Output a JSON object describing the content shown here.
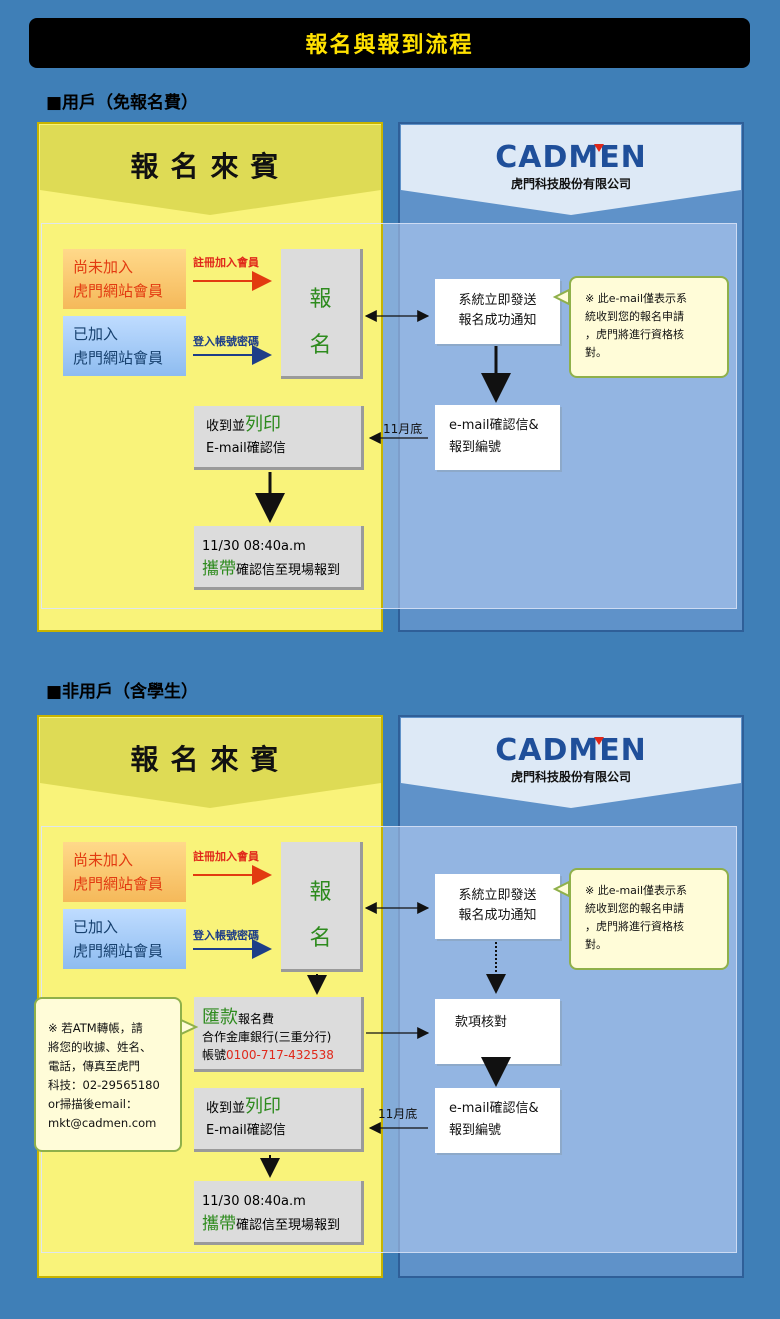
{
  "title": "報名與報到流程",
  "sections": [
    {
      "heading": "■用戶（免報名費）",
      "guest_title": "報名來賓",
      "company_name": "CADMEN",
      "company_sub": "虎門科技股份有限公司",
      "not_member_line1": "尚未加入",
      "not_member_line2": "虎門網站會員",
      "member_line1": "已加入",
      "member_line2": "虎門網站會員",
      "register_member_label": "註冊加入會員",
      "login_label": "登入帳號密碼",
      "signup_char1": "報",
      "signup_char2": "名",
      "system_line1": "系統立即發送",
      "system_line2": "報名成功通知",
      "note_line1": "※ 此e-mail僅表示系",
      "note_line2": "統收到您的報名申請",
      "note_line3": "，虎門將進行資格核",
      "note_line4": "對。",
      "confirm_line1": "e-mail確認信&",
      "confirm_line2": "報到編號",
      "month_label": "11月底",
      "receive_prefix": "收到並",
      "receive_print": "列印",
      "receive_line2": "E-mail確認信",
      "event_time": "11/30 08:40a.m",
      "bring_word": "攜帶",
      "bring_rest": "確認信至現場報到"
    },
    {
      "heading": "■非用戶（含學生）",
      "guest_title": "報名來賓",
      "company_name": "CADMEN",
      "company_sub": "虎門科技股份有限公司",
      "not_member_line1": "尚未加入",
      "not_member_line2": "虎門網站會員",
      "member_line1": "已加入",
      "member_line2": "虎門網站會員",
      "register_member_label": "註冊加入會員",
      "login_label": "登入帳號密碼",
      "signup_char1": "報",
      "signup_char2": "名",
      "system_line1": "系統立即發送",
      "system_line2": "報名成功通知",
      "note_line1": "※ 此e-mail僅表示系",
      "note_line2": "統收到您的報名申請",
      "note_line3": "，虎門將進行資格核",
      "note_line4": "對。",
      "confirm_line1": "e-mail確認信&",
      "confirm_line2": "報到編號",
      "month_label": "11月底",
      "receive_prefix": "收到並",
      "receive_print": "列印",
      "receive_line2": "E-mail確認信",
      "event_time": "11/30 08:40a.m",
      "bring_word": "攜帶",
      "bring_rest": "確認信至現場報到",
      "payment_word": "匯款",
      "payment_suffix": "報名費",
      "bank_name": "合作金庫銀行(三重分行)",
      "account_label": "帳號",
      "account_number": "0100-717-432538",
      "payment_check": "款項核對",
      "atm_note_lines": [
        "※ 若ATM轉帳，請",
        "將您的收據、姓名、",
        "電話，傳真至虎門",
        "科技：02-29565180",
        "or掃描後email：",
        "mkt@cadmen.com"
      ]
    }
  ]
}
